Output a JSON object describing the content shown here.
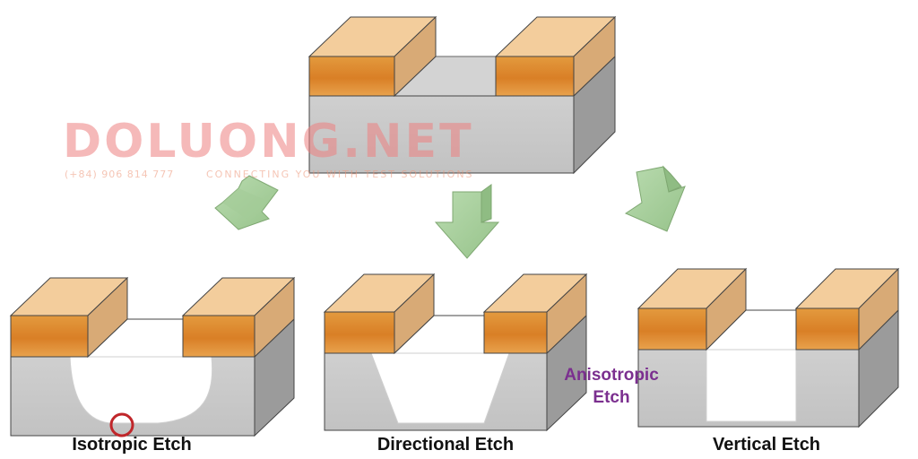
{
  "diagram": {
    "captions": {
      "isotropic": "Isotropic Etch",
      "directional": "Directional Etch",
      "vertical": "Vertical Etch"
    },
    "annotation": {
      "line1": "Anisotropic",
      "line2": "Etch"
    },
    "watermark": {
      "title": "DOLUONG.NET",
      "phone": "(+84) 906 814 777",
      "tagline": "CONNECTING YOU WITH TEST SOLUTIONS"
    }
  },
  "colors": {
    "substrate_front": "#c9c9c9",
    "substrate_side": "#9a9a9a",
    "substrate_top": "#d5d5d5",
    "mask_front": "#e0902f",
    "mask_top": "#f2cc9a",
    "mask_side": "#d6a874",
    "arrow": "#a9cf9e",
    "highlight_circle": "#c0262a",
    "annotation": "#7b2f8f"
  }
}
